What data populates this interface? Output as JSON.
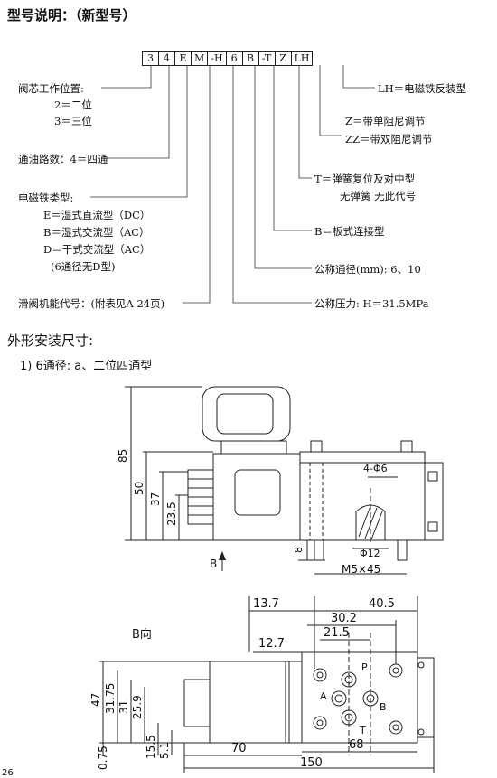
{
  "title": "型号说明：（新型号）",
  "code_segments": [
    "3",
    "4",
    "E",
    "M",
    "-H",
    "6",
    "B",
    "-T",
    "Z",
    "LH"
  ],
  "left_notes": {
    "spool_label": "阀芯工作位置:",
    "spool_2": "2＝二位",
    "spool_3": "3＝三位",
    "ports": "通油路数：4＝四通",
    "solenoid_label": "电磁铁类型:",
    "sol_e": "E＝湿式直流型（DC）",
    "sol_b": "B＝湿式交流型（AC）",
    "sol_d": "D＝干式交流型（AC）",
    "sol_note": "(6通径无D型)",
    "function": "滑阀机能代号：(附表见A 24页)"
  },
  "right_notes": {
    "lh": "LH＝电磁铁反装型",
    "z": "Z＝带单阻尼调节",
    "zz": "ZZ＝带双阻尼调节",
    "t1": "T＝弹簧复位及对中型",
    "t2": "无弹簧  无此代号",
    "b": "B＝板式连接型",
    "size": "公称通径(mm): 6、10",
    "pressure": "公称压力:  H＝31.5MPa"
  },
  "section_title": "外形安装尺寸:",
  "subtitle": "1) 6通径:  a、二位四通型",
  "drawing1": {
    "dim_85": "85",
    "dim_50": "50",
    "dim_37": "37",
    "dim_23_5": "23.5",
    "dim_8": "8",
    "holes": "4-Φ6",
    "dia12": "Φ12",
    "thread": "M5×45",
    "view_mark": "B"
  },
  "drawing2": {
    "view_label": "B向",
    "dim_13_7": "13.7",
    "dim_40_5": "40.5",
    "dim_30_2": "30.2",
    "dim_21_5": "21.5",
    "dim_12_7": "12.7",
    "dim_47": "47",
    "dim_31_75": "31.75",
    "dim_31": "31",
    "dim_25_9": "25.9",
    "dim_15_5": "15.5",
    "dim_5_1": "5.1",
    "dim_0_75": "0.75",
    "dim_70": "70",
    "dim_68": "68",
    "dim_150": "150",
    "port_p": "P",
    "port_a": "A",
    "port_b": "B",
    "port_t": "T"
  },
  "page_number": "26"
}
